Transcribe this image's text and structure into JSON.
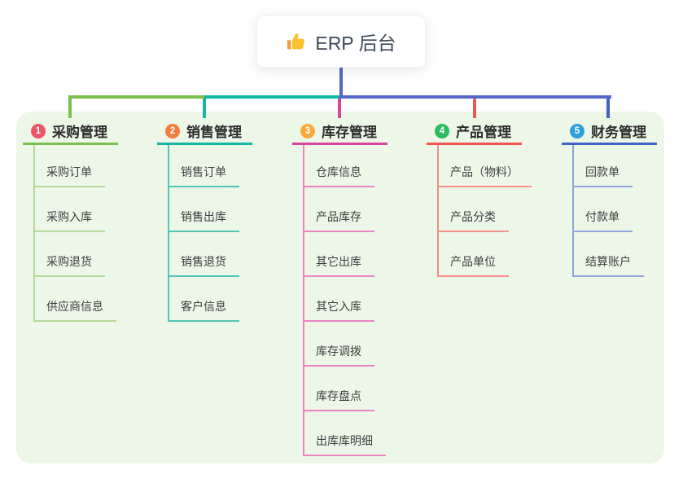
{
  "root": {
    "label": "ERP 后台",
    "icon": "thumbs-up-icon"
  },
  "connector": {
    "root_drop_color": "#5367c8"
  },
  "panel_color": "#edf7e8",
  "branches": [
    {
      "num": "1",
      "label": "采购管理",
      "badge_color": "#ec5565",
      "line_color": "#7cbf4a",
      "child_line_color": "#b4d998",
      "children": [
        "采购订单",
        "采购入库",
        "采购退货",
        "供应商信息"
      ]
    },
    {
      "num": "2",
      "label": "销售管理",
      "badge_color": "#f57c3d",
      "line_color": "#13b7a4",
      "child_line_color": "#52c6b5",
      "children": [
        "销售订单",
        "销售出库",
        "销售退货",
        "客户信息"
      ]
    },
    {
      "num": "3",
      "label": "库存管理",
      "badge_color": "#f9a93b",
      "line_color": "#d8459e",
      "child_line_color": "#ee83c4",
      "children": [
        "仓库信息",
        "产品库存",
        "其它出库",
        "其它入库",
        "库存调拨",
        "库存盘点",
        "出库库明细"
      ]
    },
    {
      "num": "4",
      "label": "产品管理",
      "badge_color": "#2cbd60",
      "line_color": "#f0564f",
      "child_line_color": "#f58e88",
      "children": [
        "产品（物料）",
        "产品分类",
        "产品单位"
      ]
    },
    {
      "num": "5",
      "label": "财务管理",
      "badge_color": "#2e9fdb",
      "line_color": "#4062c5",
      "child_line_color": "#8fa5de",
      "children": [
        "回款单",
        "付款单",
        "结算账户"
      ]
    }
  ]
}
